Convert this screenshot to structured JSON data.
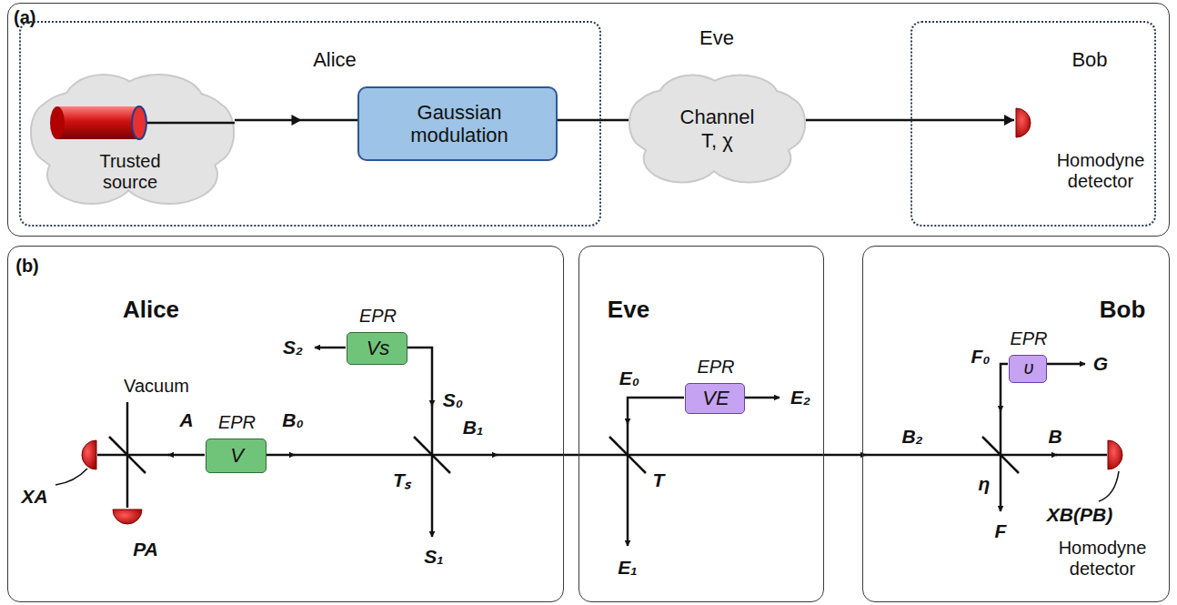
{
  "diagram": {
    "nodes": [
      {
        "text": [
          "(a)"
        ]
      },
      {
        "text": [
          "Alice"
        ],
        "in": 0
      },
      {
        "text": [
          "Trusted source"
        ],
        "in": 1
      },
      {
        "text": [
          "Gaussian modulation"
        ],
        "in": 1
      },
      {
        "text": [
          "Eve",
          "Channel T, χ"
        ],
        "in": 0
      },
      {
        "text": [
          "Bob"
        ],
        "in": 0
      },
      {
        "text": [
          "Homodyne detector"
        ],
        "in": 5
      },
      {
        "text": [
          "Alice"
        ]
      },
      {
        "text": [
          "EPR",
          "V"
        ],
        "in": 7
      },
      {
        "text": [
          "EPR",
          "Vs"
        ],
        "in": 7
      },
      {
        "text": [
          "Eve"
        ]
      },
      {
        "text": [
          "EPR",
          "VE"
        ],
        "in": 10
      },
      {
        "text": [
          "Bob"
        ]
      },
      {
        "text": [
          "EPR",
          "υ"
        ],
        "in": 12
      }
    ],
    "edges": [
      {
        "from": 2,
        "to": 3,
        "arrow": "to"
      },
      {
        "from": 3,
        "to": 4,
        "arrow": "none"
      },
      {
        "from": 4,
        "to": 6,
        "arrow": "to"
      }
    ],
    "labels": [
      "(b)",
      "S₂",
      "Vacuum",
      "A",
      "B₀",
      "S₀",
      "Tₛ",
      "B₁",
      "XA",
      "PA",
      "S₁",
      "E₀",
      "E₂",
      "T",
      "E₁",
      "F₀",
      "G",
      "B₂",
      "η",
      "B",
      "F",
      "XB(PB)",
      "Homodyne detector"
    ]
  }
}
